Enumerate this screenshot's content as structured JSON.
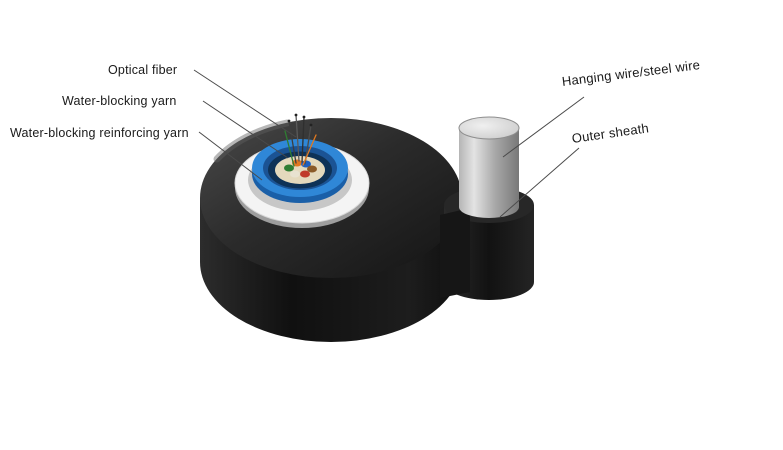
{
  "diagram": {
    "labels": {
      "optical_fiber": "Optical fiber",
      "water_blocking_yarn": "Water-blocking yarn",
      "water_blocking_reinforcing_yarn": "Water-blocking reinforcing yarn",
      "hanging_wire": "Hanging wire/steel wire",
      "outer_sheath": "Outer sheath"
    },
    "colors": {
      "background": "#ffffff",
      "outer_sheath_black": "#242424",
      "loose_tube_blue": "#2f87d7",
      "loose_tube_blue_shadow": "#1a5fa8",
      "water_blocking_layer_white": "#f4f4f4",
      "water_blocking_yarn_fill": "#e4d9bd",
      "steel_wire_gray": "#c2c2c2",
      "label_text": "#1a1a1a",
      "leader_line": "#4a4a4a",
      "fiber_colors": [
        "#2e7d32",
        "#e07820",
        "#2060c0",
        "#8a5a28",
        "#c03a2a",
        "#e8e2d0"
      ]
    }
  }
}
